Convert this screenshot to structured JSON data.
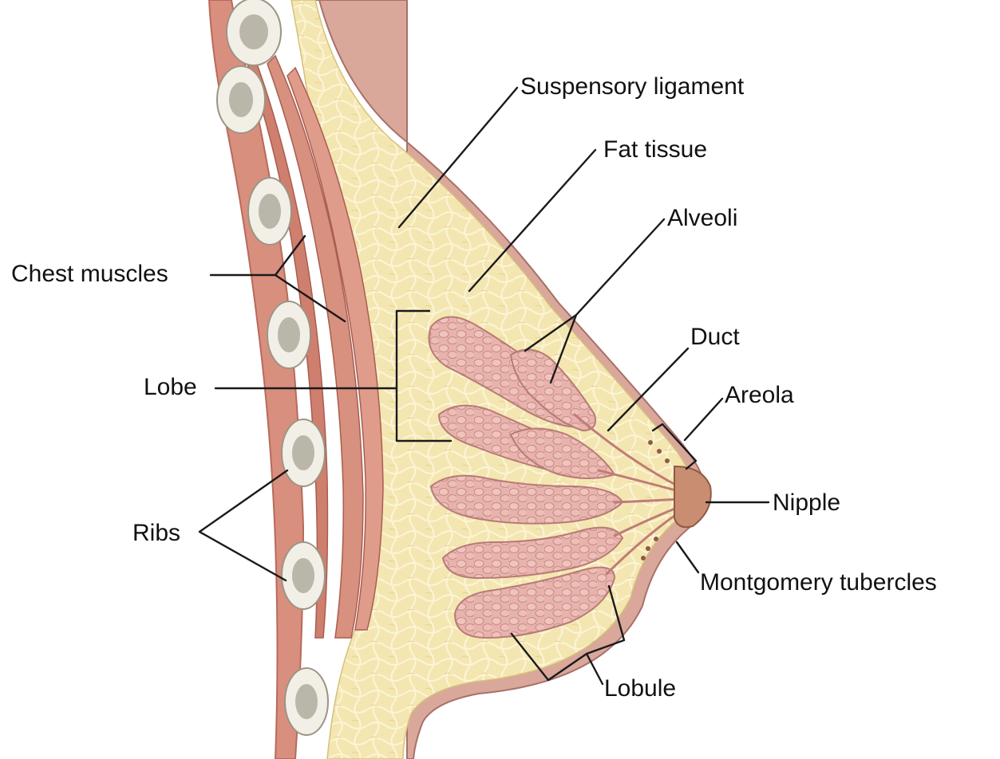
{
  "labels": {
    "suspensory_ligament": "Suspensory ligament",
    "fat_tissue": "Fat tissue",
    "alveoli": "Alveoli",
    "chest_muscles": "Chest muscles",
    "lobe": "Lobe",
    "duct": "Duct",
    "areola": "Areola",
    "nipple": "Nipple",
    "ribs": "Ribs",
    "montgomery_tubercles": "Montgomery tubercles",
    "lobule": "Lobule"
  },
  "colors": {
    "background": "#ffffff",
    "skin": "#d9a89a",
    "skin_edge": "#a8706a",
    "fat": "#f4e6b0",
    "fat_lines": "#ffffff",
    "muscle": "#d98f7e",
    "muscle_edge": "#b86a5c",
    "bone": "#f2efe6",
    "marrow": "#8c8676",
    "gland": "#e9b3ad",
    "gland_edge": "#b77b76",
    "nipple": "#c98e72",
    "line": "#1a1a1a"
  }
}
